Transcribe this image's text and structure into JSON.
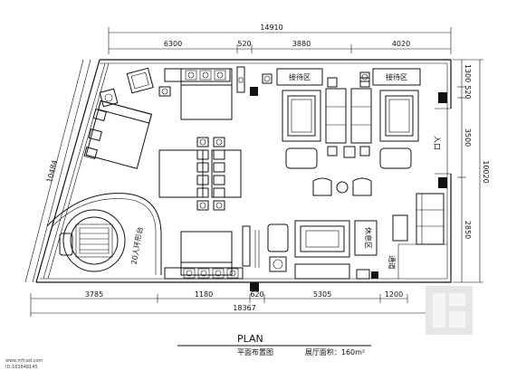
{
  "dimensions": {
    "top_total": "14910",
    "top_segments": [
      "6300",
      "520",
      "3880",
      "4020"
    ],
    "right_total": "10020",
    "right_segments": [
      "1300",
      "520",
      "3500",
      "2850"
    ],
    "left_diagonal": "10484",
    "bottom_total": "18367",
    "bottom_segments": [
      "3785",
      "1180",
      "620",
      "5305",
      "1200"
    ]
  },
  "rooms": {
    "reception_left": "接待区",
    "reception_right": "接待区",
    "entrance": "入口",
    "sofa_area": "休息区",
    "round_table": "20人环形台",
    "corridor": "通道"
  },
  "caption": {
    "plan_title": "PLAN",
    "subtitle": "平面布置图",
    "area_text": "展厅面积：160m²"
  },
  "watermark": {
    "line1": "www.mfcad.com",
    "line2": "ID:163848145"
  },
  "colors": {
    "line": "#111111",
    "background": "#ffffff"
  }
}
